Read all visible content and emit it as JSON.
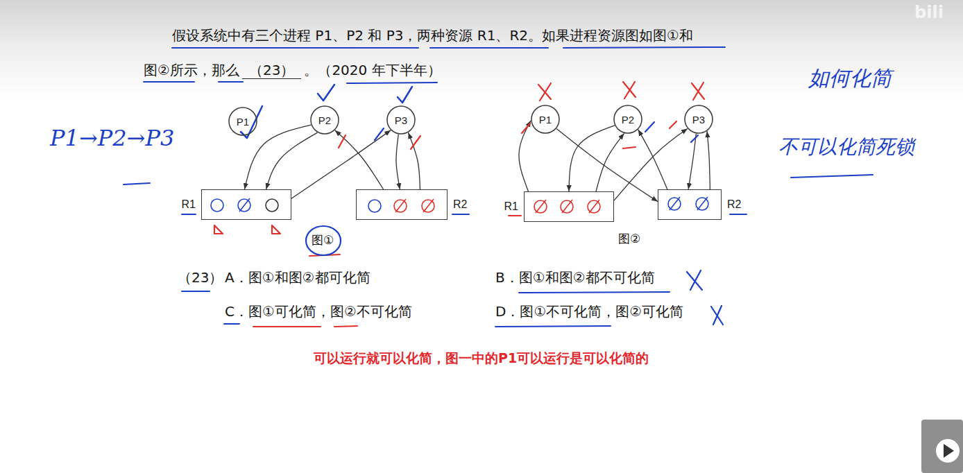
{
  "diagram": {
    "nodes": [
      {
        "text": [
          "P1"
        ]
      },
      {
        "text": [
          "P2"
        ]
      },
      {
        "text": [
          "P3"
        ]
      },
      {
        "text": [
          "R1"
        ]
      },
      {
        "text": [
          "R2"
        ]
      },
      {
        "text": [
          "P1"
        ]
      },
      {
        "text": [
          "P2"
        ]
      },
      {
        "text": [
          "P3"
        ]
      },
      {
        "text": [
          "R1"
        ]
      },
      {
        "text": [
          "R2"
        ]
      }
    ],
    "edges": [
      {
        "from": 1,
        "to": 3,
        "arrow": "to"
      },
      {
        "from": 1,
        "to": 3,
        "arrow": "to"
      },
      {
        "from": 4,
        "to": 1,
        "arrow": "to"
      },
      {
        "from": 3,
        "to": 2,
        "arrow": "to"
      },
      {
        "from": 2,
        "to": 4,
        "arrow": "to"
      },
      {
        "from": 4,
        "to": 2,
        "arrow": "to"
      },
      {
        "from": 8,
        "to": 5,
        "arrow": "to"
      },
      {
        "from": 5,
        "to": 9,
        "arrow": "to"
      },
      {
        "from": 6,
        "to": 8,
        "arrow": "to"
      },
      {
        "from": 8,
        "to": 6,
        "arrow": "to"
      },
      {
        "from": 9,
        "to": 6,
        "arrow": "to"
      },
      {
        "from": 8,
        "to": 7,
        "arrow": "to"
      },
      {
        "from": 7,
        "to": 9,
        "arrow": "to"
      },
      {
        "from": 9,
        "to": 7,
        "arrow": "to"
      }
    ],
    "labels": [
      "假设系统中有三个进程 P1、P2 和 P3，两种资源 R1、R2。如果进程资源图如图①和图②所示，那么",
      "（23）",
      "。（2020 年下半年）",
      "图①",
      "图②",
      "（23）",
      "A．图①和图②都可化简",
      "B．图①和图②都不可化简",
      "C．图①可化简，图②不可化简",
      "D．图①不可化简，图②可化简",
      "可以运行就可以化简，图一中的P1可以运行是可以化简的",
      "P1→P2→P3",
      "如何化简",
      "不可以化简死锁",
      "bili"
    ]
  }
}
